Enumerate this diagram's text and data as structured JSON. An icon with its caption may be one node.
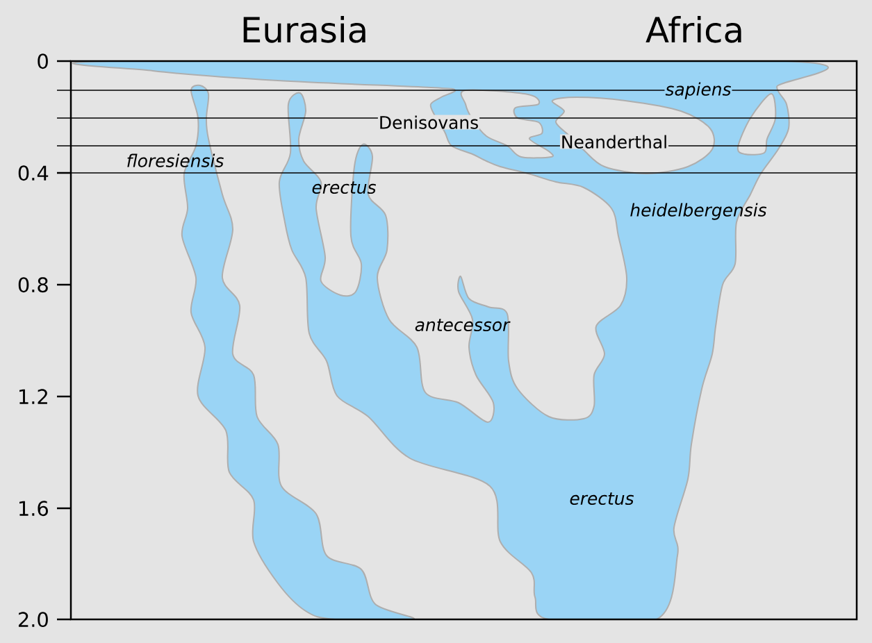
{
  "diagram": {
    "labels": [
      "Eurasia",
      "Africa",
      "0",
      "sapiens",
      "Denisovans",
      "Neanderthal",
      "floresiensis",
      "0.4",
      "erectus",
      "heidelbergensis",
      "0.8",
      "antecessor",
      "1.2",
      "1.6",
      "erectus",
      "2.0"
    ]
  }
}
